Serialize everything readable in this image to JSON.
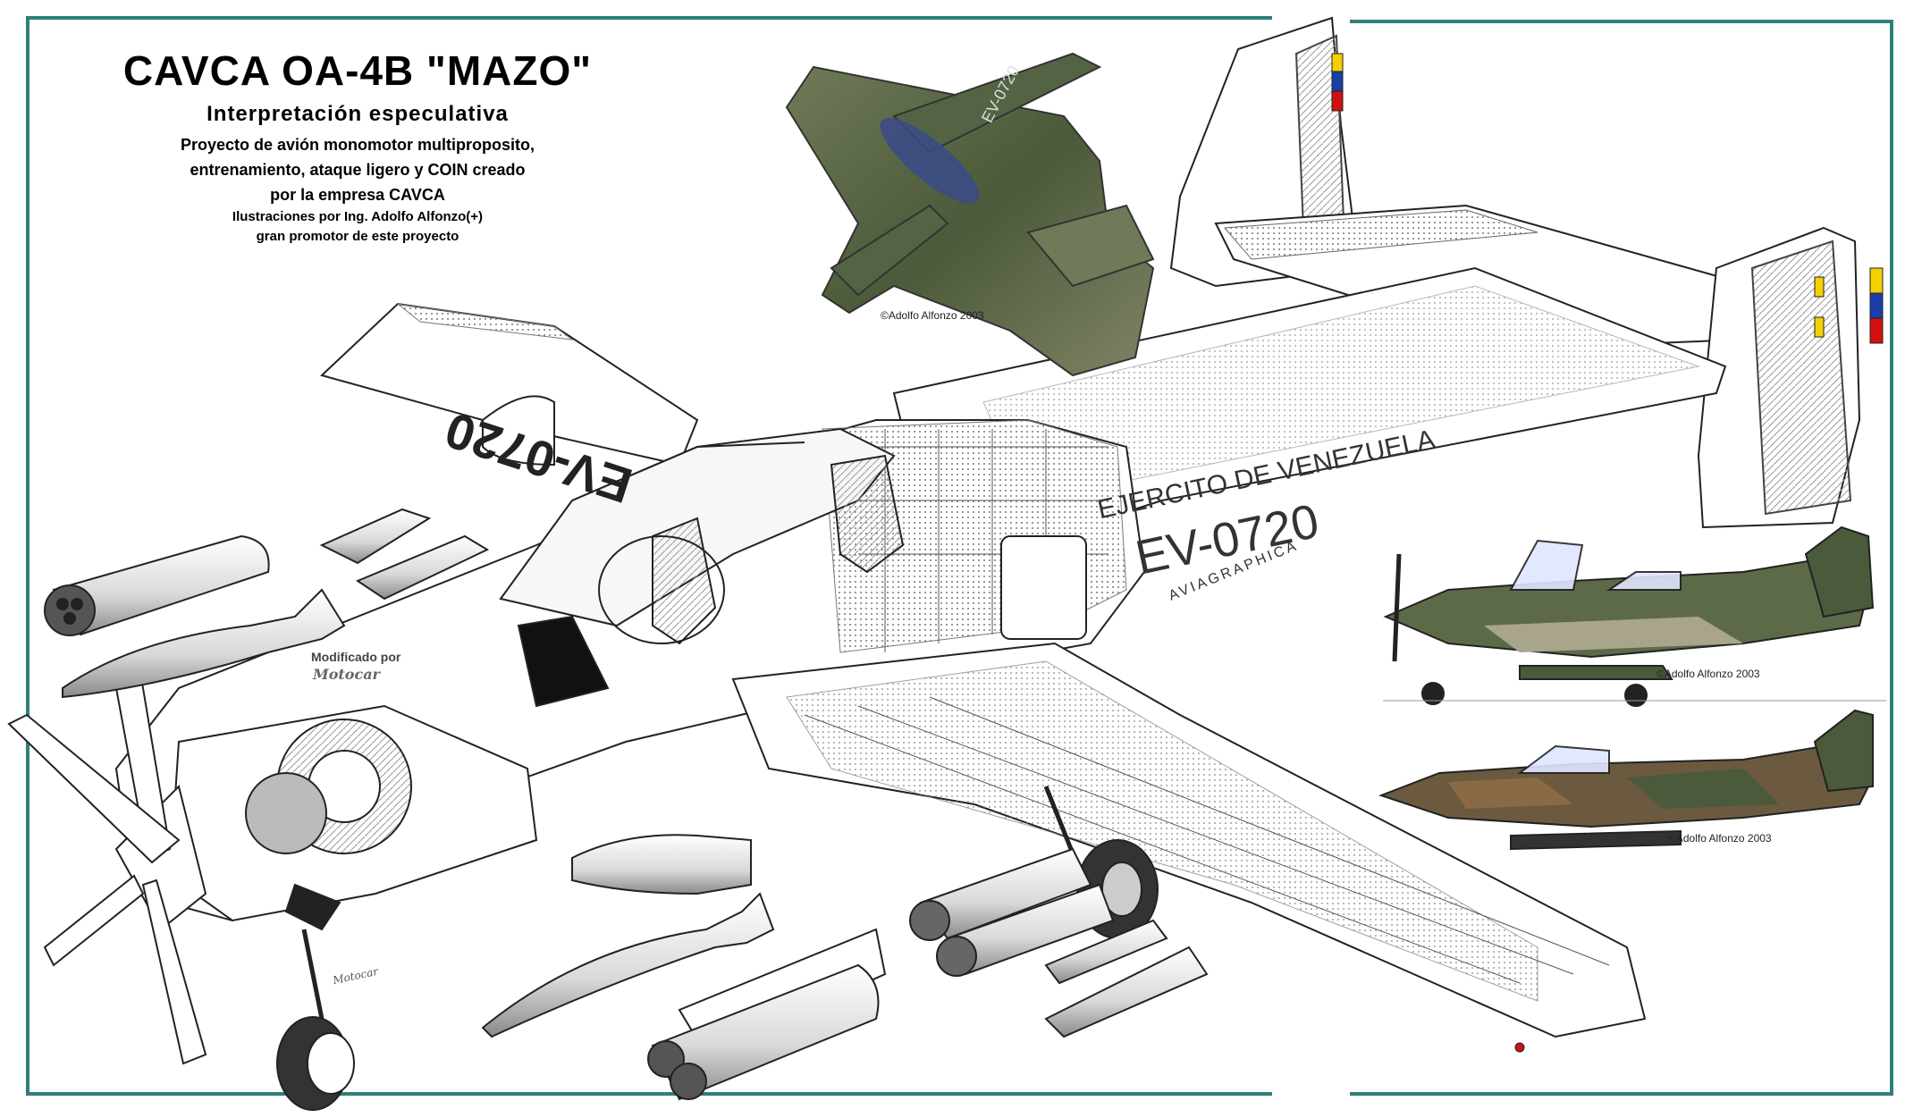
{
  "header": {
    "title": "CAVCA OA-4B \"MAZO\"",
    "subtitle": "Interpretación especulativa",
    "description_lines": [
      "Proyecto de avión monomotor multiproposito,",
      "entrenamiento, ataque ligero y COIN creado",
      "por la empresa CAVCA"
    ],
    "credit_lines": [
      "Ilustraciones por Ing. Adolfo Alfonzo(+)",
      "gran promotor de este proyecto"
    ]
  },
  "modified": {
    "label": "Modificado por",
    "name": "Motocar"
  },
  "cutaway": {
    "serial_wing": "EV-0720",
    "fuselage_text": "EJERCITO DE VENEZUELA",
    "serial_fuselage": "EV-0720",
    "publisher": "AVIAGRAPHICA",
    "cowl_tag": "Motocar"
  },
  "inset_top": {
    "serial": "EV-0720",
    "copyright": "©Adolfo Alfonzo 2003"
  },
  "inset_side_1": {
    "copyright": "©Adolfo Alfonzo 2003"
  },
  "inset_side_2": {
    "copyright": "©Adolfo Alfonzo 2003"
  },
  "colors": {
    "frame": "#2f7f7a",
    "camo_dark": "#4b5a3a",
    "camo_mid": "#6f7a58",
    "camo_tan": "#8a6a44",
    "flag_yellow": "#f4d000",
    "flag_blue": "#1a3fa8",
    "flag_red": "#d01010"
  }
}
